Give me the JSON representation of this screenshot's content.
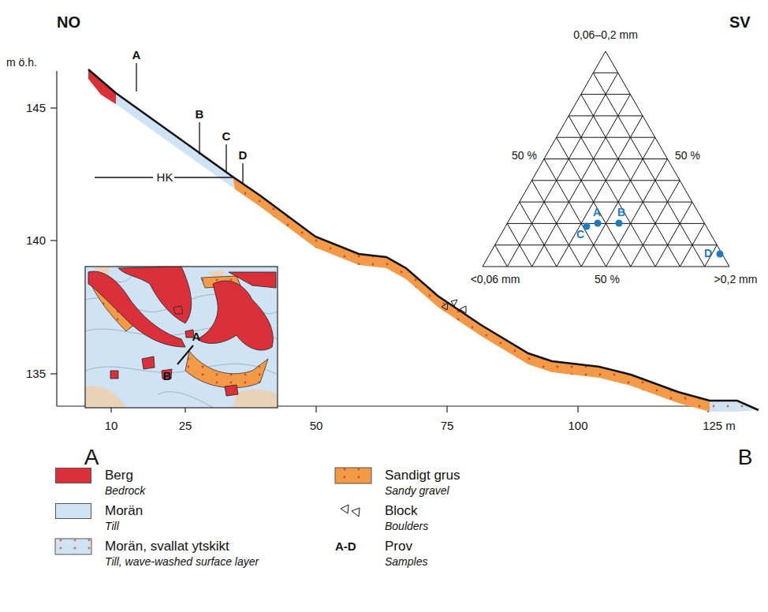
{
  "diagram": {
    "labels": [
      "NO",
      "SV",
      "m ö.h.",
      "145",
      "140",
      "135",
      "10",
      "25",
      "50",
      "75",
      "100",
      "125 m",
      "A",
      "B",
      "A",
      "B",
      "C",
      "D",
      "HK",
      "0,06–0,2 mm",
      "50 %",
      "50 %",
      "<0,06 mm",
      "50 %",
      ">0,2 mm",
      "A",
      "B",
      "C",
      "D",
      "A",
      "B",
      "Bedrock",
      "Till",
      "Till, wave-washed surface layer",
      "Sandy gravel",
      "Boulders",
      "Samples",
      "A-D"
    ],
    "legend": [
      {
        "text": "Berg",
        "color": "#d9303a"
      },
      {
        "text": "Morän",
        "color": "#cfe3f4"
      },
      {
        "text": "Morän, svallat ytskikt"
      },
      {
        "text": "Sandigt grus"
      },
      {
        "text": "Block"
      },
      {
        "text": "Prov"
      }
    ]
  }
}
